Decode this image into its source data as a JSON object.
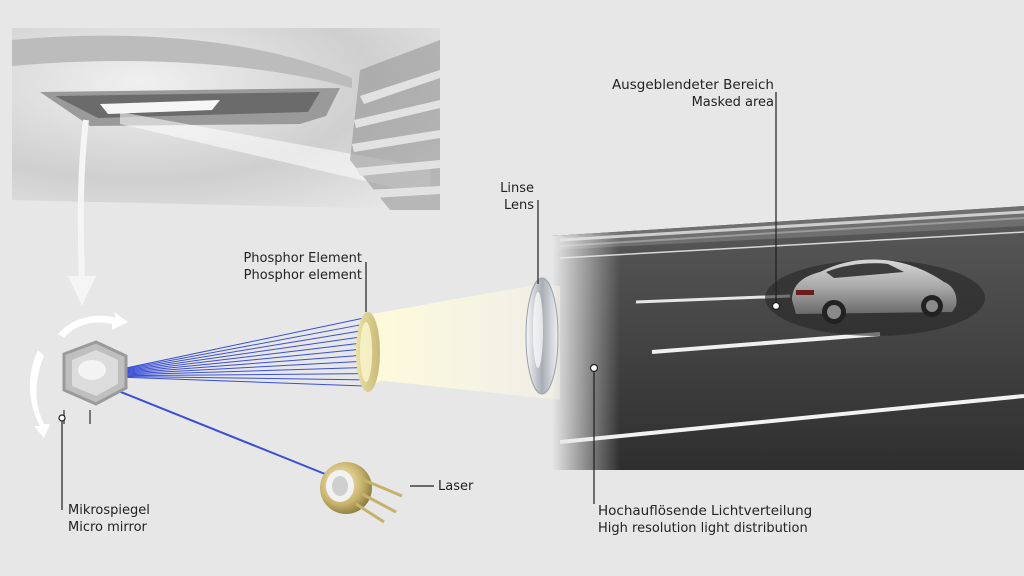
{
  "labels": {
    "masked_area": {
      "de": "Ausgeblendeter Bereich",
      "en": "Masked area"
    },
    "lens": {
      "de": "Linse",
      "en": "Lens"
    },
    "phosphor": {
      "de": "Phosphor Element",
      "en": "Phosphor element"
    },
    "laser": {
      "de": "Laser"
    },
    "micromirror": {
      "de": "Mikrospiegel",
      "en": "Micro mirror"
    },
    "light_distribution": {
      "de": "Hochauflösende Lichtverteilung",
      "en": "High resolution light distribution"
    }
  },
  "colors": {
    "background": "#e7e7e7",
    "laser_beam": "#3a4fd6",
    "road": "#3b3b3b",
    "leader_line": "#1e1e1e"
  },
  "icons": [
    "headlight-photo",
    "down-arrow-icon",
    "rotation-arrows-icon",
    "micromirror-icon",
    "laser-diode-icon",
    "phosphor-disc-icon",
    "lens-icon",
    "car-icon"
  ]
}
